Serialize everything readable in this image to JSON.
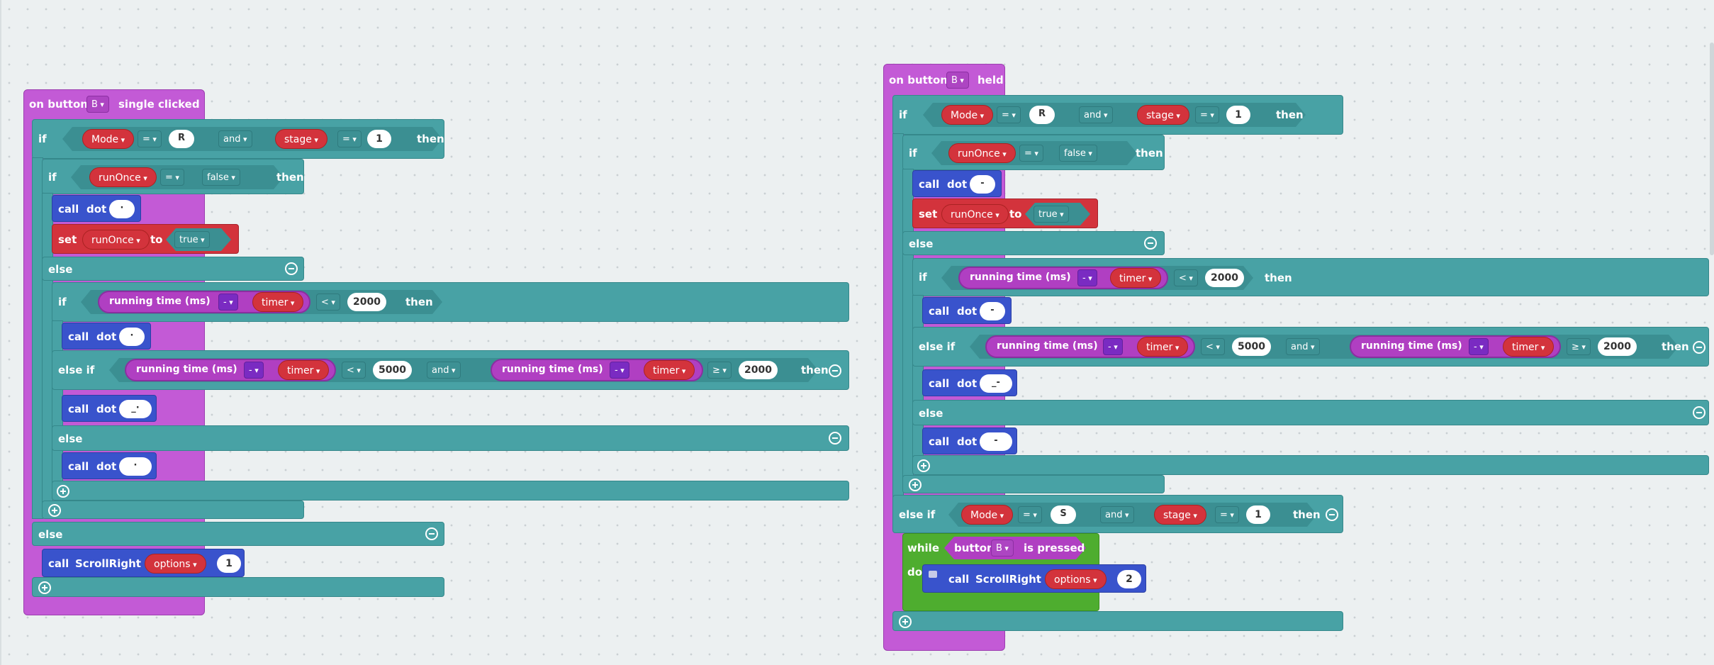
{
  "vocab": {
    "on_button": "on button",
    "if": "if",
    "then": "then",
    "else": "else",
    "else_if": "else if",
    "and": "and",
    "call": "call",
    "set": "set",
    "to": "to",
    "while": "while",
    "do": "do",
    "button": "button",
    "is_pressed": "is pressed",
    "eq": "=",
    "lt": "<",
    "ge": "≥",
    "minus": "-",
    "running_time": "running time (ms)"
  },
  "left_script": {
    "button": "B",
    "event": "single clicked",
    "cond": {
      "var1": "Mode",
      "val1": "R",
      "var2": "stage",
      "val2": "1"
    },
    "inner_if": {
      "var": "runOnce",
      "val": "false"
    },
    "call_dot1": {
      "proc": "dot",
      "led": "·"
    },
    "set_block": {
      "var": "runOnce",
      "val": "true"
    },
    "time_if": {
      "timer": "timer",
      "val": "2000"
    },
    "call_dot2": {
      "proc": "dot",
      "led": "·"
    },
    "else_if": {
      "val1": "5000",
      "val2": "2000"
    },
    "call_dot3": {
      "proc": "dot",
      "led": "_·"
    },
    "call_dot4": {
      "proc": "dot",
      "led": "·"
    },
    "outer_else_call": {
      "proc": "ScrollRight",
      "arg": "options",
      "val": "1"
    }
  },
  "right_script": {
    "button": "B",
    "event": "held",
    "cond": {
      "var1": "Mode",
      "val1": "R",
      "var2": "stage",
      "val2": "1"
    },
    "inner_if": {
      "var": "runOnce",
      "val": "false"
    },
    "call_dot1": {
      "proc": "dot",
      "led": "-"
    },
    "set_block": {
      "var": "runOnce",
      "val": "true"
    },
    "time_if": {
      "timer": "timer",
      "val": "2000"
    },
    "call_dot2": {
      "proc": "dot",
      "led": "-"
    },
    "else_if": {
      "val1": "5000",
      "val2": "2000"
    },
    "call_dot3": {
      "proc": "dot",
      "led": "_-"
    },
    "call_dot4": {
      "proc": "dot",
      "led": "-"
    },
    "else_if2": {
      "var1": "Mode",
      "val1": "S",
      "var2": "stage",
      "val2": "1"
    },
    "while_button": "B",
    "while_call": {
      "proc": "ScrollRight",
      "arg": "options",
      "val": "2"
    }
  }
}
